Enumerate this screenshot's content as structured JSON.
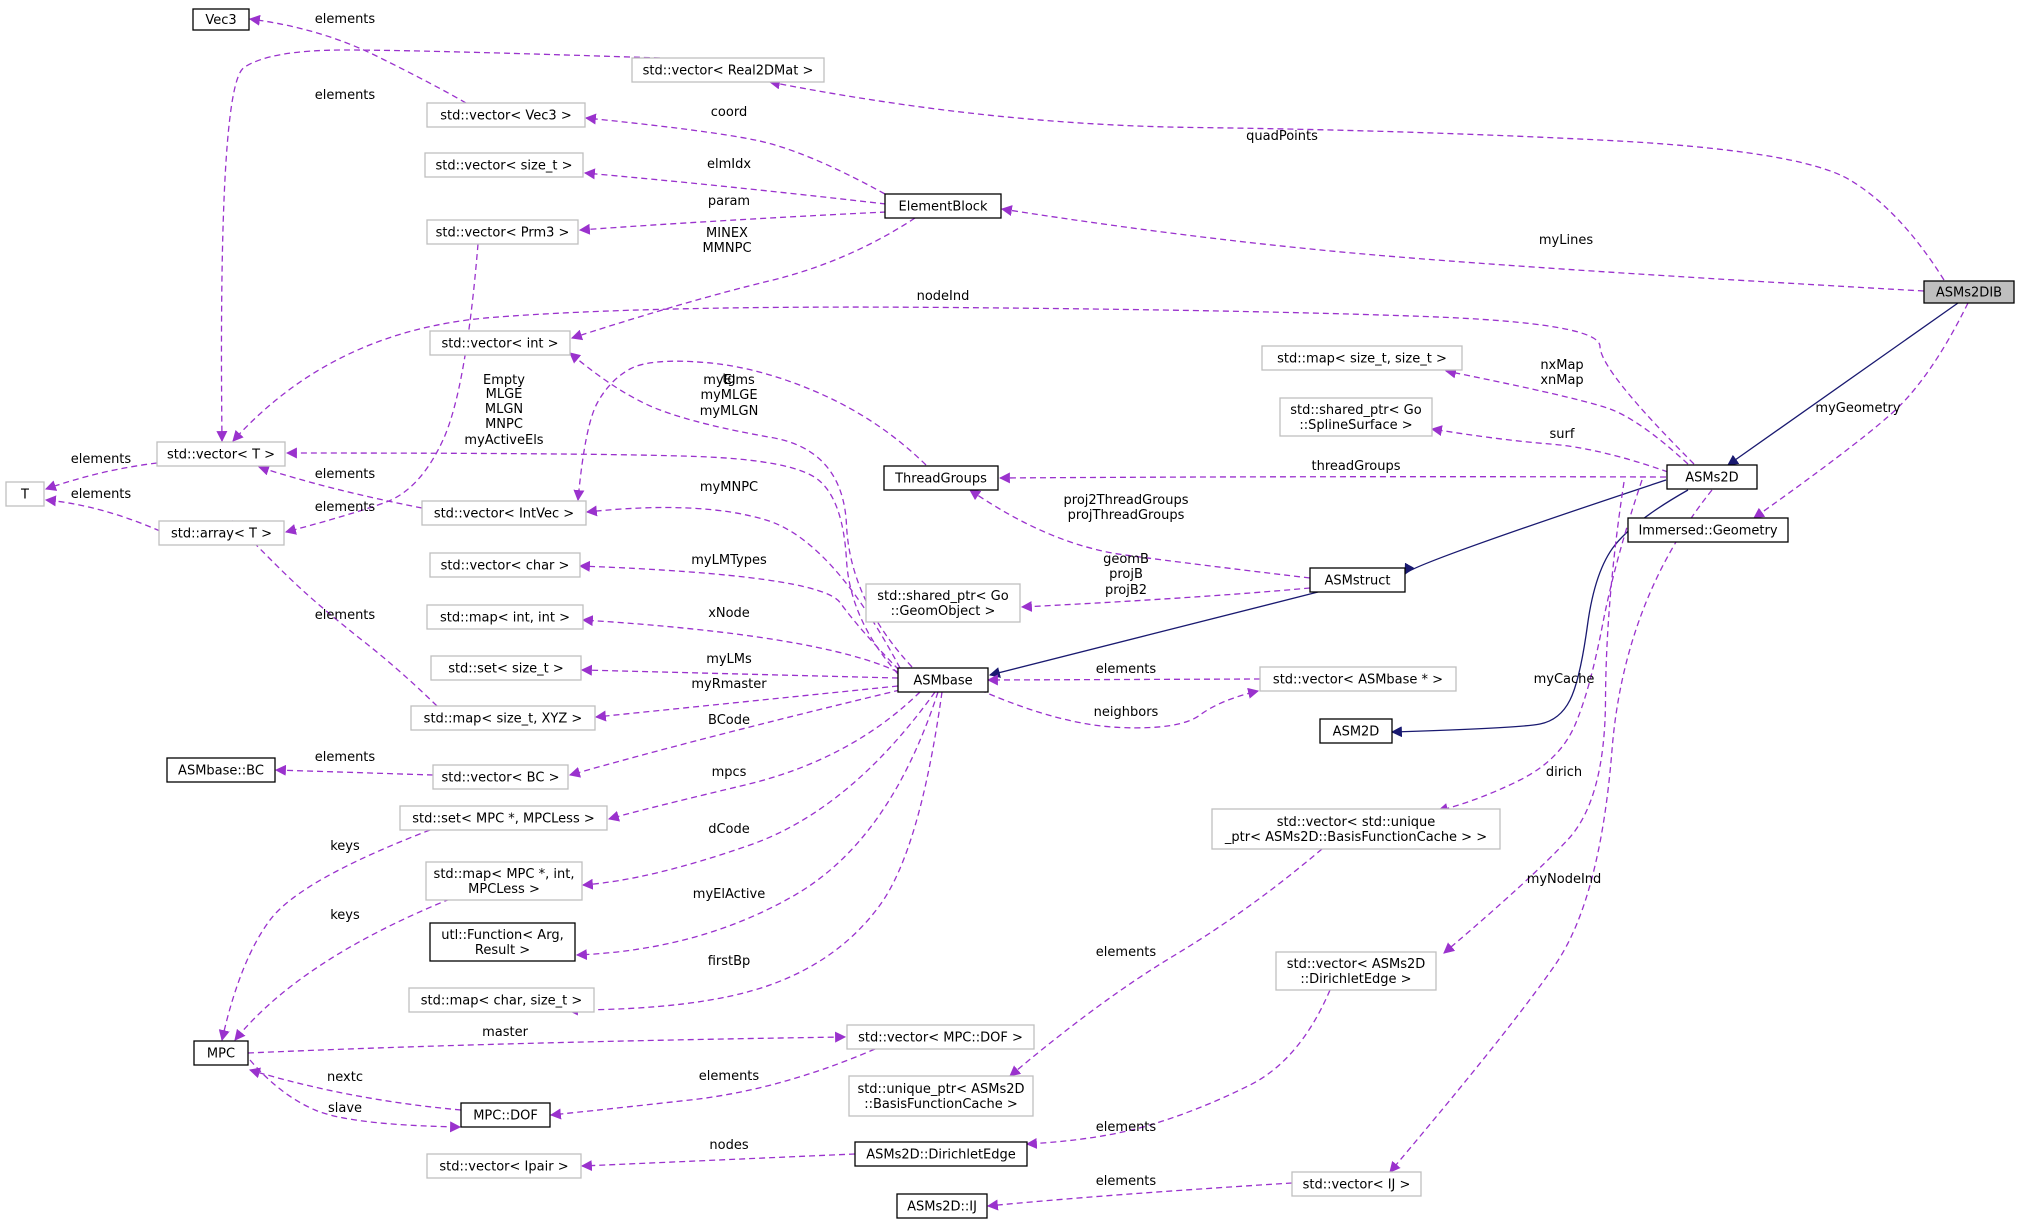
{
  "colors": {
    "usage": "#9a32cd",
    "inheritance": "#191970",
    "focus_fill": "#bfbfbf",
    "light_border": "#bfbfbf"
  },
  "nodes": [
    {
      "id": "ASMs2DIB",
      "lines": [
        "ASMs2DIB"
      ],
      "style": "focus"
    },
    {
      "id": "Vec3",
      "lines": [
        "Vec3"
      ],
      "style": "solid"
    },
    {
      "id": "vecReal2DMat",
      "lines": [
        "std::vector< Real2DMat >"
      ],
      "style": "light"
    },
    {
      "id": "vecVec3",
      "lines": [
        "std::vector< Vec3 >"
      ],
      "style": "light"
    },
    {
      "id": "vecSize",
      "lines": [
        "std::vector< size_t >"
      ],
      "style": "light"
    },
    {
      "id": "ElementBlock",
      "lines": [
        "ElementBlock"
      ],
      "style": "solid"
    },
    {
      "id": "vecPrm3",
      "lines": [
        "std::vector< Prm3 >"
      ],
      "style": "light"
    },
    {
      "id": "vecInt",
      "lines": [
        "std::vector< int >"
      ],
      "style": "light"
    },
    {
      "id": "mapSizeSize",
      "lines": [
        "std::map< size_t, size_t >"
      ],
      "style": "light"
    },
    {
      "id": "spSurf",
      "lines": [
        "std::shared_ptr< Go",
        "::SplineSurface >"
      ],
      "style": "light"
    },
    {
      "id": "vecT",
      "lines": [
        "std::vector< T >"
      ],
      "style": "light"
    },
    {
      "id": "T",
      "lines": [
        "T"
      ],
      "style": "light"
    },
    {
      "id": "ThreadGroups",
      "lines": [
        "ThreadGroups"
      ],
      "style": "solid"
    },
    {
      "id": "ASMs2D",
      "lines": [
        "ASMs2D"
      ],
      "style": "solid"
    },
    {
      "id": "arrT",
      "lines": [
        "std::array< T >"
      ],
      "style": "light"
    },
    {
      "id": "vecIntVec",
      "lines": [
        "std::vector< IntVec >"
      ],
      "style": "light"
    },
    {
      "id": "ImmGeom",
      "lines": [
        "Immersed::Geometry"
      ],
      "style": "solid"
    },
    {
      "id": "vecChar",
      "lines": [
        "std::vector< char >"
      ],
      "style": "light"
    },
    {
      "id": "ASMstruct",
      "lines": [
        "ASMstruct"
      ],
      "style": "solid"
    },
    {
      "id": "spGeom",
      "lines": [
        "std::shared_ptr< Go",
        "::GeomObject >"
      ],
      "style": "light"
    },
    {
      "id": "mapIntInt",
      "lines": [
        "std::map< int, int >"
      ],
      "style": "light"
    },
    {
      "id": "setSize",
      "lines": [
        "std::set< size_t >"
      ],
      "style": "light"
    },
    {
      "id": "ASMbase",
      "lines": [
        "ASMbase"
      ],
      "style": "solid"
    },
    {
      "id": "vecASMbase",
      "lines": [
        "std::vector< ASMbase * >"
      ],
      "style": "light"
    },
    {
      "id": "mapXYZ",
      "lines": [
        "std::map< size_t, XYZ >"
      ],
      "style": "light"
    },
    {
      "id": "ASM2D",
      "lines": [
        "ASM2D"
      ],
      "style": "solid"
    },
    {
      "id": "BC",
      "lines": [
        "ASMbase::BC"
      ],
      "style": "solid"
    },
    {
      "id": "vecBC",
      "lines": [
        "std::vector< BC >"
      ],
      "style": "light"
    },
    {
      "id": "setMPC",
      "lines": [
        "std::set< MPC *, MPCLess >"
      ],
      "style": "light"
    },
    {
      "id": "vecCache",
      "lines": [
        "std::vector< std::unique",
        "_ptr< ASMs2D::BasisFunctionCache > >"
      ],
      "style": "light"
    },
    {
      "id": "mapMPC",
      "lines": [
        "std::map< MPC *, int,",
        "MPCLess >"
      ],
      "style": "light"
    },
    {
      "id": "utlFunc",
      "lines": [
        "utl::Function< Arg,",
        "Result >"
      ],
      "style": "solid"
    },
    {
      "id": "vecDirEdge",
      "lines": [
        "std::vector< ASMs2D",
        "::DirichletEdge >"
      ],
      "style": "light"
    },
    {
      "id": "mapCharSize",
      "lines": [
        "std::map< char, size_t >"
      ],
      "style": "light"
    },
    {
      "id": "MPC",
      "lines": [
        "MPC"
      ],
      "style": "solid"
    },
    {
      "id": "vecDOF",
      "lines": [
        "std::vector< MPC::DOF >"
      ],
      "style": "light"
    },
    {
      "id": "upCache",
      "lines": [
        "std::unique_ptr< ASMs2D",
        "::BasisFunctionCache >"
      ],
      "style": "light"
    },
    {
      "id": "DOF",
      "lines": [
        "MPC::DOF"
      ],
      "style": "solid"
    },
    {
      "id": "vecIpair",
      "lines": [
        "std::vector< Ipair >"
      ],
      "style": "light"
    },
    {
      "id": "DirEdge",
      "lines": [
        "ASMs2D::DirichletEdge"
      ],
      "style": "solid"
    },
    {
      "id": "vecIJ",
      "lines": [
        "std::vector< IJ >"
      ],
      "style": "light"
    },
    {
      "id": "IJ",
      "lines": [
        "ASMs2D::IJ"
      ],
      "style": "solid"
    }
  ],
  "edges": [
    {
      "id": "e1",
      "from": "vecVec3",
      "to": "Vec3",
      "type": "usage",
      "label": [
        "elements"
      ]
    },
    {
      "id": "e2",
      "from": "vecReal2DMat",
      "to": "vecT",
      "type": "usage",
      "label": [
        "elements"
      ]
    },
    {
      "id": "e3",
      "from": "ASMs2DIB",
      "to": "vecReal2DMat",
      "type": "usage",
      "label": [
        "quadPoints"
      ]
    },
    {
      "id": "e4",
      "from": "ElementBlock",
      "to": "vecVec3",
      "type": "usage",
      "label": [
        "coord"
      ]
    },
    {
      "id": "e5",
      "from": "ElementBlock",
      "to": "vecSize",
      "type": "usage",
      "label": [
        "elmIdx"
      ]
    },
    {
      "id": "e6",
      "from": "ElementBlock",
      "to": "vecPrm3",
      "type": "usage",
      "label": [
        "param"
      ]
    },
    {
      "id": "e7",
      "from": "ElementBlock",
      "to": "vecInt",
      "type": "usage",
      "label": [
        "MINEX",
        "MMNPC"
      ]
    },
    {
      "id": "e8",
      "from": "ASMs2DIB",
      "to": "ElementBlock",
      "type": "usage",
      "label": [
        "myLines"
      ]
    },
    {
      "id": "e9",
      "from": "ASMs2D",
      "to": "vecT",
      "type": "usage",
      "label": [
        "nodeInd"
      ]
    },
    {
      "id": "e10",
      "from": "ASMs2DIB",
      "to": "ASMs2D",
      "type": "inherit",
      "label": []
    },
    {
      "id": "e11",
      "from": "ASMs2DIB",
      "to": "ImmGeom",
      "type": "usage",
      "label": [
        "myGeometry"
      ]
    },
    {
      "id": "e12",
      "from": "ASMs2D",
      "to": "mapSizeSize",
      "type": "usage",
      "label": [
        "nxMap",
        "xnMap"
      ]
    },
    {
      "id": "e13",
      "from": "ASMs2D",
      "to": "spSurf",
      "type": "usage",
      "label": [
        "surf"
      ]
    },
    {
      "id": "e14",
      "from": "ASMs2D",
      "to": "ThreadGroups",
      "type": "usage",
      "label": [
        "threadGroups"
      ]
    },
    {
      "id": "e15",
      "from": "ThreadGroups",
      "to": "vecIntVec",
      "type": "usage",
      "label": [
        "tg"
      ]
    },
    {
      "id": "e16",
      "from": "vecT",
      "to": "T",
      "type": "usage",
      "label": [
        "elements"
      ]
    },
    {
      "id": "e17",
      "from": "arrT",
      "to": "T",
      "type": "usage",
      "label": [
        "elements"
      ]
    },
    {
      "id": "e18",
      "from": "vecIntVec",
      "to": "vecT",
      "type": "usage",
      "label": [
        "elements"
      ]
    },
    {
      "id": "e19",
      "from": "vecPrm3",
      "to": "arrT",
      "type": "usage",
      "label": [
        "elements"
      ]
    },
    {
      "id": "e20",
      "from": "ASMbase",
      "to": "vecT",
      "type": "usage",
      "label": [
        "Empty",
        "MLGE",
        "MLGN",
        "MNPC",
        "myActiveEls"
      ]
    },
    {
      "id": "e21",
      "from": "ASMbase",
      "to": "vecInt",
      "type": "usage",
      "label": [
        "myElms",
        "myMLGE",
        "myMLGN"
      ]
    },
    {
      "id": "e22",
      "from": "ASMbase",
      "to": "vecIntVec",
      "type": "usage",
      "label": [
        "myMNPC"
      ]
    },
    {
      "id": "e23",
      "from": "ASMs2D",
      "to": "ASMstruct",
      "type": "inherit",
      "label": []
    },
    {
      "id": "e24",
      "from": "ASMstruct",
      "to": "ThreadGroups",
      "type": "usage",
      "label": [
        "proj2ThreadGroups",
        "projThreadGroups"
      ]
    },
    {
      "id": "e25",
      "from": "ASMstruct",
      "to": "spGeom",
      "type": "usage",
      "label": [
        "geomB",
        "projB",
        "projB2"
      ]
    },
    {
      "id": "e26",
      "from": "ASMstruct",
      "to": "ASMbase",
      "type": "inherit",
      "label": []
    },
    {
      "id": "e27",
      "from": "ASMs2D",
      "to": "ASM2D",
      "type": "inherit",
      "label": []
    },
    {
      "id": "e28",
      "from": "ASMbase",
      "to": "vecChar",
      "type": "usage",
      "label": [
        "myLMTypes"
      ]
    },
    {
      "id": "e29",
      "from": "ASMbase",
      "to": "mapIntInt",
      "type": "usage",
      "label": [
        "xNode"
      ]
    },
    {
      "id": "e30",
      "from": "ASMbase",
      "to": "setSize",
      "type": "usage",
      "label": [
        "myLMs"
      ]
    },
    {
      "id": "e31",
      "from": "ASMbase",
      "to": "mapXYZ",
      "type": "usage",
      "label": [
        "myRmaster"
      ]
    },
    {
      "id": "e32",
      "from": "vecASMbase",
      "to": "ASMbase",
      "type": "usage",
      "label": [
        "elements"
      ]
    },
    {
      "id": "e33",
      "from": "ASMbase",
      "to": "vecASMbase",
      "type": "usage",
      "label": [
        "neighbors"
      ]
    },
    {
      "id": "e34",
      "from": "mapXYZ",
      "to": "arrT",
      "type": "usage",
      "label": [
        "elements"
      ]
    },
    {
      "id": "e35",
      "from": "ASMbase",
      "to": "vecBC",
      "type": "usage",
      "label": [
        "BCode"
      ]
    },
    {
      "id": "e36",
      "from": "vecBC",
      "to": "BC",
      "type": "usage",
      "label": [
        "elements"
      ]
    },
    {
      "id": "e37",
      "from": "ASMbase",
      "to": "setMPC",
      "type": "usage",
      "label": [
        "mpcs"
      ]
    },
    {
      "id": "e38",
      "from": "ASMbase",
      "to": "mapMPC",
      "type": "usage",
      "label": [
        "dCode"
      ]
    },
    {
      "id": "e39",
      "from": "ASMbase",
      "to": "utlFunc",
      "type": "usage",
      "label": [
        "myElActive"
      ]
    },
    {
      "id": "e40",
      "from": "ASMbase",
      "to": "mapCharSize",
      "type": "usage",
      "label": [
        "firstBp"
      ]
    },
    {
      "id": "e41",
      "from": "ASMs2D",
      "to": "vecCache",
      "type": "usage",
      "label": [
        "myCache"
      ]
    },
    {
      "id": "e42",
      "from": "ASMs2D",
      "to": "vecDirEdge",
      "type": "usage",
      "label": [
        "dirich"
      ]
    },
    {
      "id": "e43",
      "from": "ASMs2D",
      "to": "vecIJ",
      "type": "usage",
      "label": [
        "myNodeInd"
      ]
    },
    {
      "id": "e44",
      "from": "setMPC",
      "to": "MPC",
      "type": "usage",
      "label": [
        "keys"
      ]
    },
    {
      "id": "e45",
      "from": "mapMPC",
      "to": "MPC",
      "type": "usage",
      "label": [
        "keys"
      ]
    },
    {
      "id": "e46",
      "from": "vecCache",
      "to": "upCache",
      "type": "usage",
      "label": [
        "elements"
      ]
    },
    {
      "id": "e47",
      "from": "MPC",
      "to": "vecDOF",
      "type": "usage",
      "label": [
        "master"
      ]
    },
    {
      "id": "e48",
      "from": "vecDOF",
      "to": "DOF",
      "type": "usage",
      "label": [
        "elements"
      ]
    },
    {
      "id": "e49",
      "from": "DOF",
      "to": "MPC",
      "type": "usage",
      "label": [
        "nextc"
      ]
    },
    {
      "id": "e50",
      "from": "MPC",
      "to": "DOF",
      "type": "usage",
      "label": [
        "slave"
      ]
    },
    {
      "id": "e51",
      "from": "vecDirEdge",
      "to": "DirEdge",
      "type": "usage",
      "label": [
        "elements"
      ]
    },
    {
      "id": "e52",
      "from": "DirEdge",
      "to": "vecIpair",
      "type": "usage",
      "label": [
        "nodes"
      ]
    },
    {
      "id": "e53",
      "from": "vecIJ",
      "to": "IJ",
      "type": "usage",
      "label": [
        "elements"
      ]
    }
  ]
}
